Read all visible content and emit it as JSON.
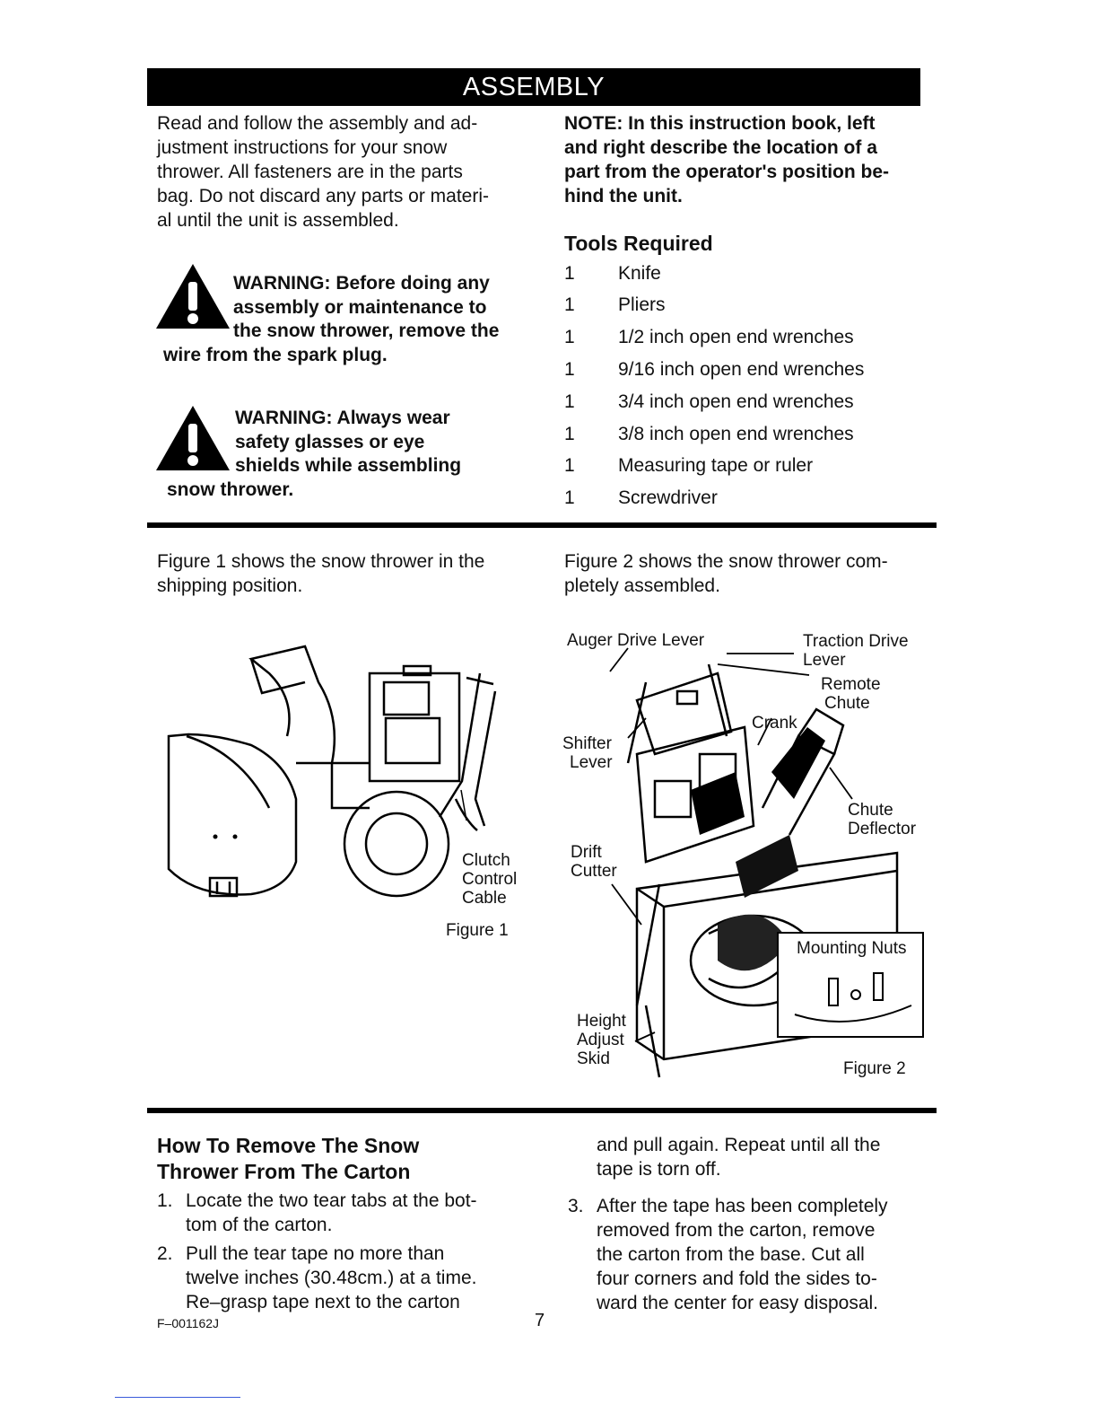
{
  "header": {
    "title": "ASSEMBLY"
  },
  "intro": {
    "lines": [
      "Read and follow the assembly and ad-",
      "justment instructions for your snow",
      "thrower. All fasteners are in the parts",
      "bag. Do not discard any parts or materi-",
      "al until the unit is assembled."
    ]
  },
  "warnings": [
    {
      "lines": [
        "WARNING: Before doing any",
        "assembly or maintenance to",
        "the snow thrower, remove the",
        "wire from the spark plug."
      ]
    },
    {
      "lines": [
        "WARNING: Always wear",
        "safety glasses or eye",
        "shields while assembling",
        "snow thrower."
      ]
    }
  ],
  "note": {
    "lines": [
      "NOTE: In this instruction book, left",
      "and right describe the location of a",
      "part from the operator's position be-",
      "hind the unit."
    ]
  },
  "tools": {
    "heading": "Tools Required",
    "items": [
      {
        "qty": "1",
        "name": "Knife"
      },
      {
        "qty": "1",
        "name": "Pliers"
      },
      {
        "qty": "1",
        "name": "1/2 inch open end wrenches"
      },
      {
        "qty": "1",
        "name": "9/16 inch open end wrenches"
      },
      {
        "qty": "1",
        "name": "3/4 inch open end wrenches"
      },
      {
        "qty": "1",
        "name": "3/8 inch open end wrenches"
      },
      {
        "qty": "1",
        "name": "Measuring tape or ruler"
      },
      {
        "qty": "1",
        "name": "Screwdriver"
      }
    ]
  },
  "figure1": {
    "desc_lines": [
      "Figure 1 shows the snow thrower in the",
      "shipping position."
    ],
    "labels": {
      "clutch1": "Clutch",
      "clutch2": "Control",
      "clutch3": "Cable"
    },
    "caption": "Figure 1"
  },
  "figure2": {
    "desc_lines": [
      "Figure 2 shows the snow thrower com-",
      "pletely assembled."
    ],
    "labels": {
      "auger": "Auger Drive Lever",
      "traction1": "Traction Drive",
      "traction2": "Lever",
      "remote1": "Remote",
      "remote2": "Chute",
      "crank": "Crank",
      "shifter1": "Shifter",
      "shifter2": "Lever",
      "chute1": "Chute",
      "chute2": "Deflector",
      "drift1": "Drift",
      "drift2": "Cutter",
      "mounting": "Mounting Nuts",
      "height1": "Height",
      "height2": "Adjust",
      "height3": "Skid"
    },
    "caption": "Figure 2"
  },
  "carton": {
    "heading_lines": [
      "How To Remove The Snow",
      "Thrower From The Carton"
    ],
    "steps": [
      {
        "num": "1.",
        "lines": [
          "Locate the two tear tabs at the bot-",
          "tom of the carton."
        ]
      },
      {
        "num": "2.",
        "lines": [
          "Pull the tear tape no more than",
          "twelve inches (30.48cm.) at a time.",
          "Re–grasp tape next to the carton"
        ]
      }
    ],
    "continuation": [
      "and pull again. Repeat until all the",
      "tape is torn off."
    ],
    "step3": {
      "num": "3.",
      "lines": [
        "After the tape has been completely",
        "removed from the carton, remove",
        "the carton from the base. Cut all",
        "four corners and fold the sides to-",
        "ward the center for easy disposal."
      ]
    }
  },
  "footer": {
    "code": "F–001162J",
    "page": "7"
  }
}
